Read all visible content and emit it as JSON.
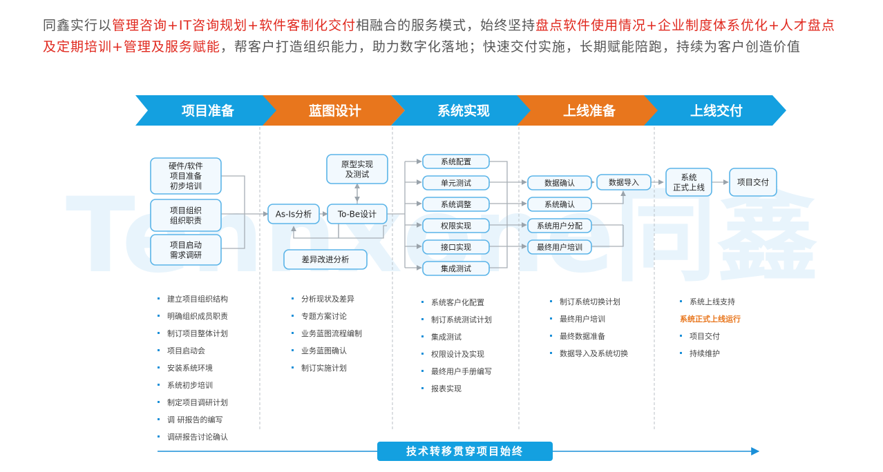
{
  "intro": {
    "s1": "同鑫实行以",
    "h1": "管理咨询+IT咨询规划+软件客制化交付",
    "s2": "相融合的服务模式，始终坚持",
    "h2": "盘点软件使用情况+企业制度体系优化+人才盘点及定期培训+管理及服务赋能",
    "s3": "，帮客户打造组织能力，助力数字化落地；快速交付实施，长期赋能陪跑，持续为客户创造价值"
  },
  "watermark": "Tennxone同鑫",
  "colors": {
    "blue": "#14a0e0",
    "orange": "#e8761d",
    "red": "#e0281e",
    "box_border": "#5ab4e8",
    "box_fill": "#eef7fd"
  },
  "phases": [
    {
      "label": "项目准备",
      "color": "#14a0e0"
    },
    {
      "label": "蓝图设计",
      "color": "#e8761d"
    },
    {
      "label": "系统实现",
      "color": "#14a0e0"
    },
    {
      "label": "上线准备",
      "color": "#e8761d"
    },
    {
      "label": "上线交付",
      "color": "#14a0e0"
    }
  ],
  "boxes": {
    "prep1": "硬件/软件\n项目准备\n初步培训",
    "prep2": "项目组织\n组织职责",
    "prep3": "项目启动\n需求调研",
    "asis": "As-Is分析",
    "tobe": "To-Be设计",
    "proto": "原型实现\n及测试",
    "gap": "差异改进分析",
    "impl": [
      "系统配置",
      "单元测试",
      "系统调整",
      "权限实现",
      "接口实现",
      "集成测试"
    ],
    "ready": [
      "数据确认",
      "系统确认",
      "系统用户分配",
      "最终用户培训"
    ],
    "import": "数据导入",
    "golive": "系统\n正式上线",
    "deliver": "项目交付"
  },
  "bullets": [
    {
      "items": [
        "建立项目组织结构",
        "明确组织成员职责",
        "制订项目整体计划",
        "项目启动会",
        "安装系统环境",
        "系统初步培训",
        "制定项目调研计划",
        "调 研报告的编写",
        "调研报告讨论确认"
      ]
    },
    {
      "items": [
        "分析现状及差异",
        "专题方案讨论",
        "业务蓝图流程编制",
        "业务蓝图确认",
        "制订实施计划"
      ]
    },
    {
      "items": [
        "系统客户化配置",
        "制订系统测试计划",
        "集成测试",
        "权限设计及实现",
        "最终用户手册编写",
        "报表实现"
      ]
    },
    {
      "items": [
        "制订系统切换计划",
        "最终用户培训",
        "最终数据准备",
        "数据导入及系统切换"
      ]
    },
    {
      "items": [
        "系统上线支持",
        "系统正式上线运行",
        "项目交付",
        "持续维护"
      ],
      "highlight_index": 1
    }
  ],
  "footer": {
    "label": "技术转移贯穿项目始终"
  }
}
